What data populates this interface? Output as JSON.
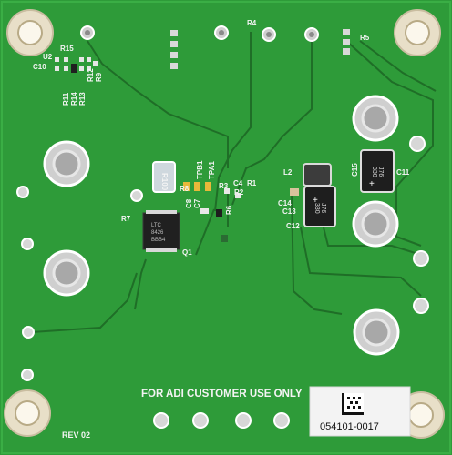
{
  "board": {
    "colors": {
      "solder_mask": "#2f9e3a",
      "solder_mask_dark": "#247d2d",
      "trace": "#1f6b26",
      "copper_pad": "#d9d9d9",
      "silkscreen": "#f4f4f4",
      "standoff_nylon": "#efe7d2"
    },
    "footer_text": "FOR ADI CUSTOMER USE ONLY",
    "revision": "REV 02",
    "barcode_label": {
      "serial": "054101-0017"
    }
  },
  "components": {
    "R4": "R4",
    "R5": "R5",
    "R15": "R15",
    "U2": "U2",
    "C10": "C10",
    "R11": "R11",
    "R14": "R14",
    "R13": "R13",
    "R12": "R12",
    "R9": "R9",
    "R8": "R8",
    "R7": "R7",
    "C8": "C8",
    "C7": "C7",
    "Q1": "Q1",
    "TPB1": "TPB1",
    "TPA1": "TPA1",
    "R3": "R3",
    "C4": "C4",
    "R1": "R1",
    "R2": "R2",
    "R6": "R6",
    "L2": "L2",
    "C14": "C14",
    "C13": "C13",
    "C12": "C12",
    "C15": "C15",
    "C11": "C11",
    "shunt_marking": "R100",
    "cap_marking_1": "330",
    "cap_marking_1b": "J76",
    "cap_marking_2": "330",
    "cap_marking_2b": "J76",
    "ic_marking": "BBB4",
    "ic_marking_2": "8426",
    "ic_marking_3": "LTC"
  }
}
